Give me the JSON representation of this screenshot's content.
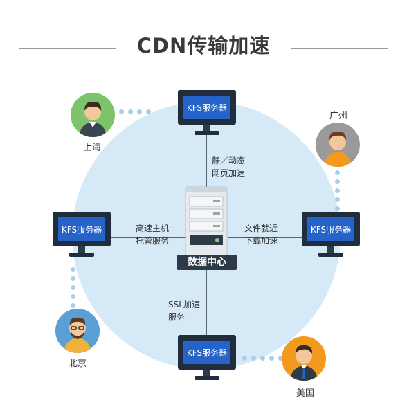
{
  "title": "CDN传输加速",
  "center": {
    "label": "数据中心"
  },
  "servers": {
    "top": "KFS服务器",
    "left": "KFS服务器",
    "right": "KFS服务器",
    "bottom": "KFS服务器"
  },
  "links": {
    "top": [
      "静／动态",
      "网页加速"
    ],
    "left": [
      "高速主机",
      "托管服务"
    ],
    "right": [
      "文件就近",
      "下载加速"
    ],
    "bottom": [
      "SSL加速",
      "服务"
    ]
  },
  "cities": {
    "shanghai": "上海",
    "guangzhou": "广州",
    "beijing": "北京",
    "usa": "美国"
  },
  "colors": {
    "circle": "#d6e9f6",
    "screen": "#2563c8",
    "dots": "#a6d0ea"
  }
}
